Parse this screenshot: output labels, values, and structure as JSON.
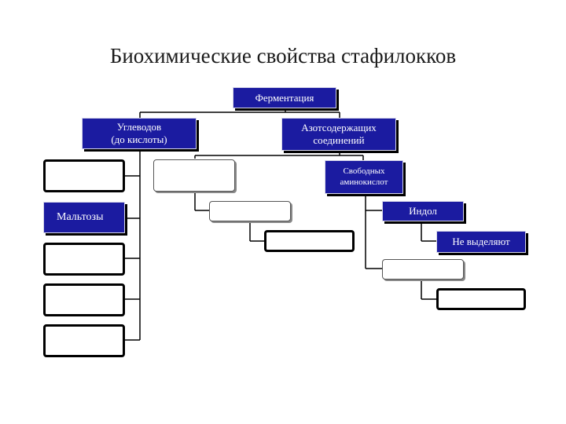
{
  "title": "Биохимические свойства стафилокков",
  "nodes": {
    "fermentation": "Ферментация",
    "carbohydrates": "Углеводов\n(до кислоты)",
    "nitrogen": "Азотсодержащих\nсоединений",
    "amino_acids": "Свободных\nаминокислот",
    "indole": "Индол",
    "not_released": "Не выделяют",
    "maltose": "Мальтозы"
  },
  "colors": {
    "node_fill": "#1b1ba0",
    "node_text": "#ffffff",
    "connector": "#000000"
  }
}
